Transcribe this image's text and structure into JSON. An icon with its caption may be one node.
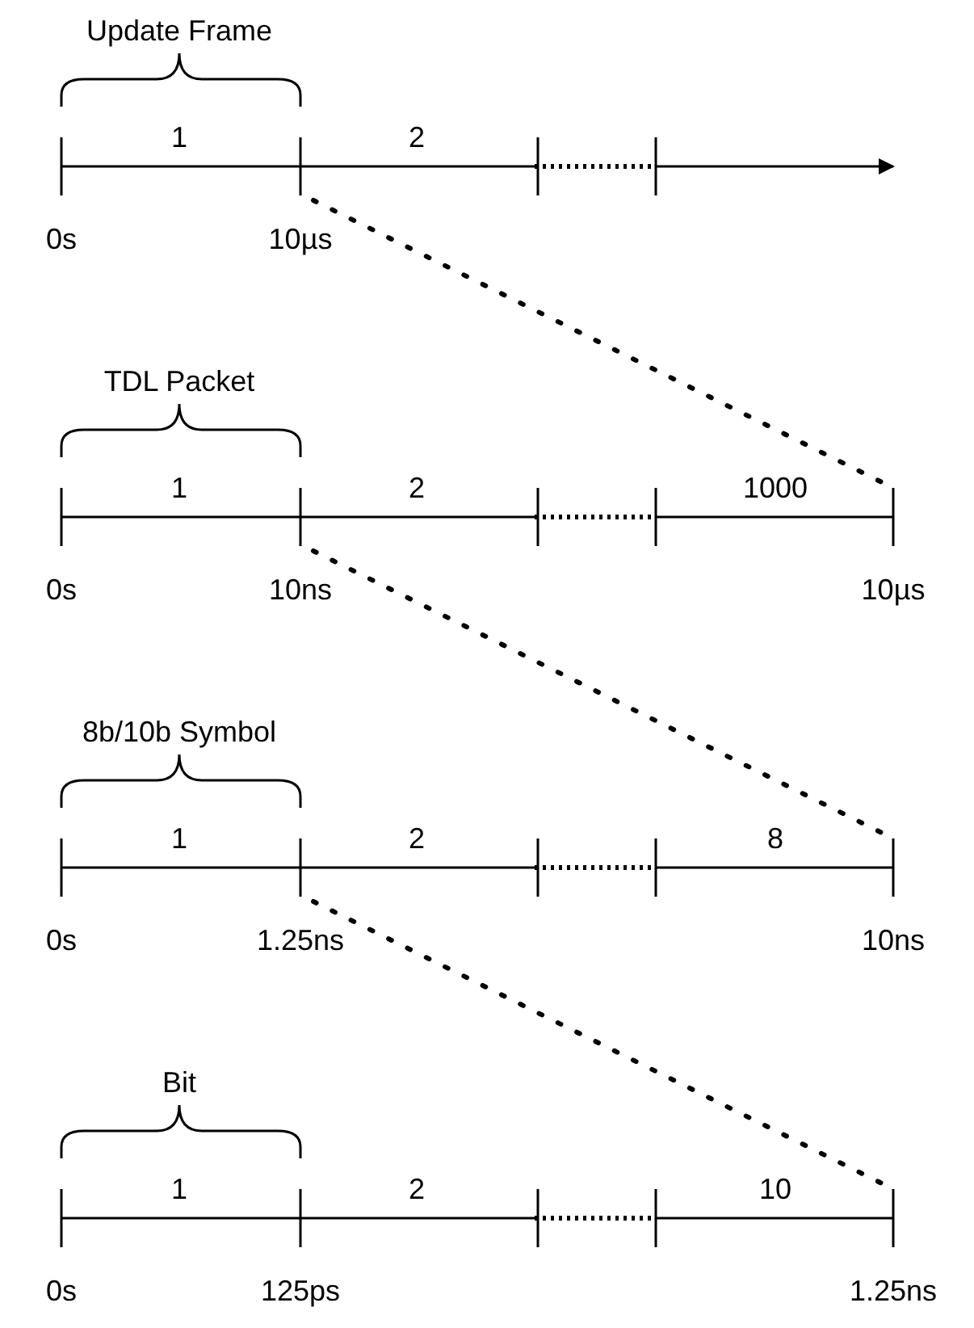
{
  "diagram": {
    "labels": [
      "Update Frame",
      "1",
      "2",
      "0s",
      "10µs",
      "TDL Packet",
      "1",
      "2",
      "1000",
      "0s",
      "10ns",
      "10µs",
      "8b/10b Symbol",
      "1",
      "2",
      "8",
      "0s",
      "1.25ns",
      "10ns",
      "Bit",
      "1",
      "2",
      "10",
      "0s",
      "125ps",
      "1.25ns"
    ]
  }
}
